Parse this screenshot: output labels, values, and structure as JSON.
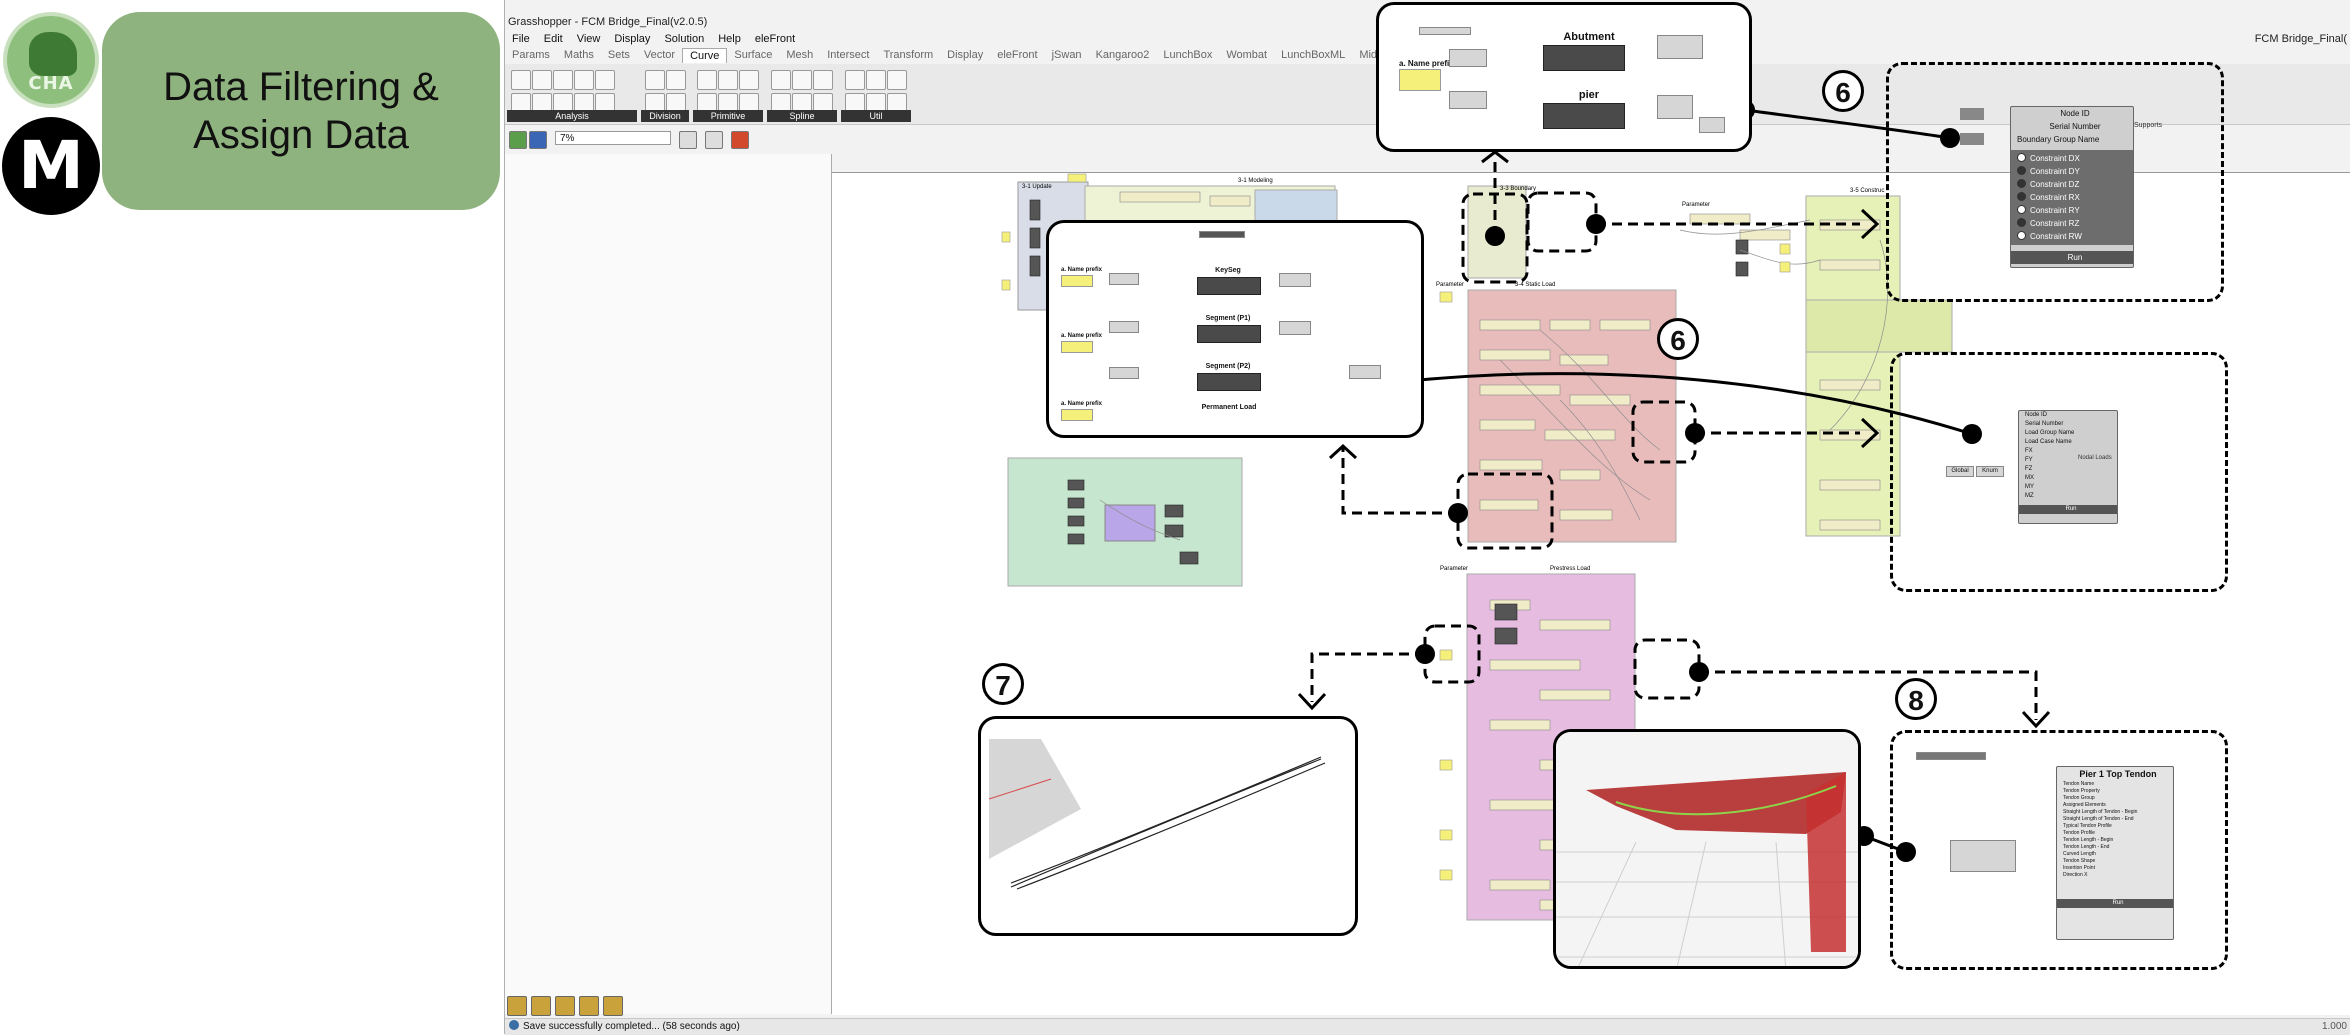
{
  "branding": {
    "cha_logo_text": "CHA",
    "m_logo_text": "M",
    "title_line1": "Data Filtering &",
    "title_line2": "Assign Data"
  },
  "window": {
    "title": "Grasshopper - FCM Bridge_Final(v2.0.5)",
    "title_right": "FCM Bridge_Final(",
    "menu": [
      "File",
      "Edit",
      "View",
      "Display",
      "Solution",
      "Help",
      "eleFront"
    ],
    "tabs": [
      "Params",
      "Maths",
      "Sets",
      "Vector",
      "Curve",
      "Surface",
      "Mesh",
      "Intersect",
      "Transform",
      "Display",
      "eleFront",
      "jSwan",
      "Kangaroo2",
      "LunchBox",
      "Wombat",
      "LunchBoxML",
      "Midas"
    ],
    "active_tab": "Curve",
    "ribbon_groups": [
      "Analysis",
      "Division",
      "Primitive",
      "Spline",
      "Util"
    ],
    "zoom_value": "7%",
    "status_text": "Save successfully completed... (58 seconds ago)",
    "status_right": "1.000"
  },
  "canvas": {
    "groups": {
      "update": "3-1 Update",
      "modeling": "3-1 Modeling",
      "boundary": "3-3 Boundary",
      "static_load": "3-4 Static Load",
      "parameter_a": "Parameter",
      "parameter_b": "Parameter",
      "parameter_c": "Parameter",
      "prestress_load": "Prestress Load",
      "construction": "3-5 Construc"
    }
  },
  "callouts": {
    "top": {
      "name_prefix": "a. Name prefix",
      "abutment": "Abutment",
      "pier": "pier"
    },
    "left": {
      "name_prefix_1": "a. Name prefix",
      "name_prefix_2": "a. Name prefix",
      "name_prefix_3": "a. Name prefix",
      "keyseg": "KeySeg",
      "segment_p1": "Segment (P1)",
      "segment_p2": "Segment (P2)",
      "permanent_load": "Permanent Load"
    },
    "supports": {
      "rows": [
        "Node ID",
        "Serial Number",
        "Boundary Group Name"
      ],
      "output": "Supports",
      "constraints": [
        {
          "label": "Constraint DX",
          "on": false
        },
        {
          "label": "Constraint DY",
          "on": true
        },
        {
          "label": "Constraint DZ",
          "on": true
        },
        {
          "label": "Constraint RX",
          "on": true
        },
        {
          "label": "Constraint RY",
          "on": false
        },
        {
          "label": "Constraint RZ",
          "on": true
        },
        {
          "label": "Constraint RW",
          "on": false
        }
      ],
      "run": "Run"
    },
    "nodal_loads": {
      "rows": [
        "Node ID",
        "Serial Number",
        "Load Group Name",
        "Load Case Name",
        "FX",
        "FY",
        "FZ",
        "MX",
        "MY",
        "MZ"
      ],
      "output": "Nodal Loads",
      "global_label": "Global",
      "knum_label": "Knum",
      "run": "Run"
    },
    "tendon": {
      "title": "Pier 1 Top Tendon",
      "rows": [
        "Tendon Name",
        "Tendon Property",
        "Tendon Group",
        "Assigned Elements",
        "Straight Length of Tendon - Begin",
        "Straight Length of Tendon - End",
        "Typical Tendon Profile",
        "Tendon Profile",
        "Tendon Length - Begin",
        "Tendon Length - End",
        "Curved Length",
        "Tendon Shape",
        "Insertion Point",
        "Direction X"
      ],
      "run": "Run"
    },
    "labels": {
      "six_a": "6",
      "six_b": "6",
      "seven": "7",
      "eight": "8"
    }
  }
}
